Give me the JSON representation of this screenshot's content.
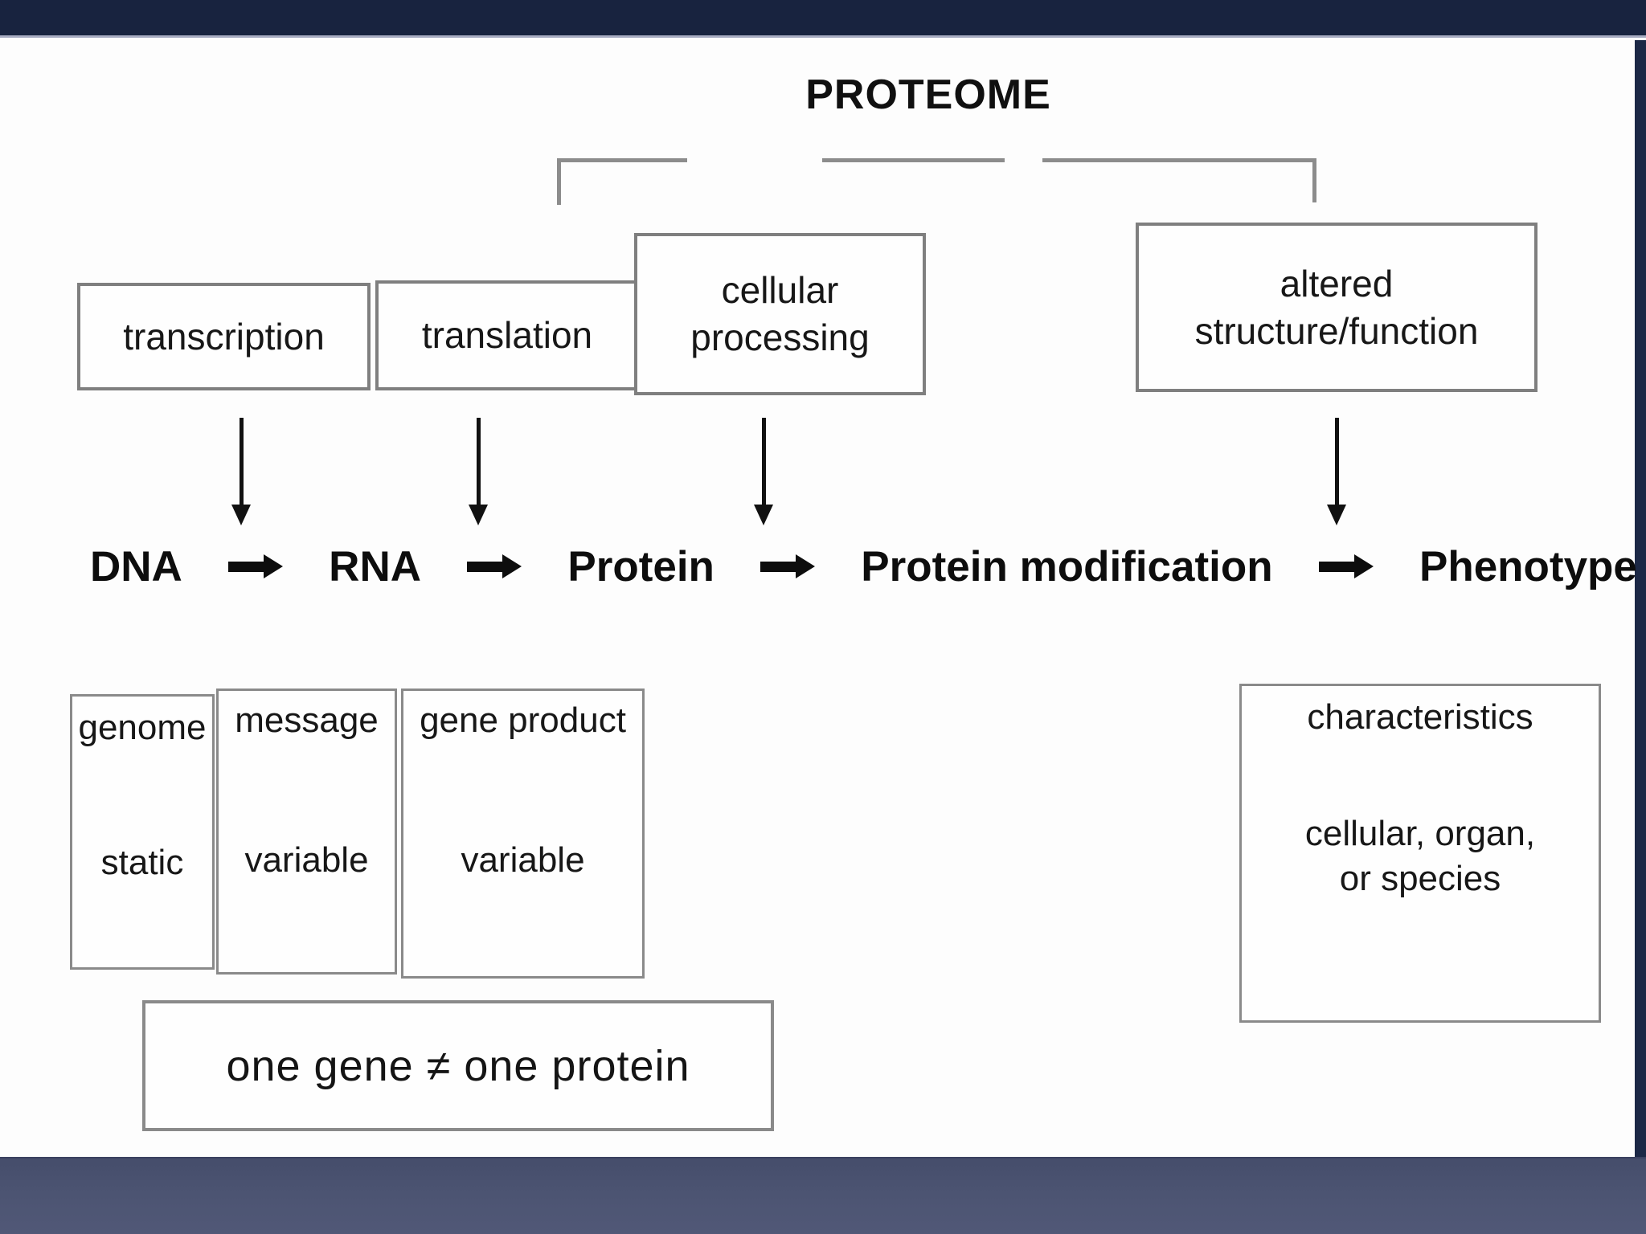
{
  "slide": {
    "title": "PROTEOME",
    "colors": {
      "top_bar": "#18233f",
      "bottom_bar": "#4c5472",
      "side_border": "#1c2846",
      "box_border": "#7f7f7f",
      "bracket": "#8c8c8c",
      "text": "#151515",
      "background": "#fdfdfd"
    },
    "top_boxes": [
      {
        "id": "transcription",
        "lines": [
          "transcription"
        ]
      },
      {
        "id": "translation",
        "lines": [
          "translation"
        ]
      },
      {
        "id": "cellular-processing",
        "lines": [
          "cellular",
          "processing"
        ]
      },
      {
        "id": "altered-structure-function",
        "lines": [
          "altered",
          "structure/function"
        ]
      }
    ],
    "flow": {
      "items": [
        "DNA",
        "RNA",
        "Protein",
        "Protein modification",
        "Phenotype"
      ]
    },
    "lower_boxes": {
      "genome": {
        "top": "genome",
        "bottom": "static"
      },
      "message": {
        "top": "message",
        "bottom": "variable"
      },
      "gene_product": {
        "top": "gene product",
        "bottom": "variable"
      },
      "characteristics": {
        "top": "characteristics",
        "bottom_line1": "cellular, organ,",
        "bottom_line2": "or species"
      }
    },
    "equation_box": {
      "text": "one gene ≠ one protein"
    }
  }
}
